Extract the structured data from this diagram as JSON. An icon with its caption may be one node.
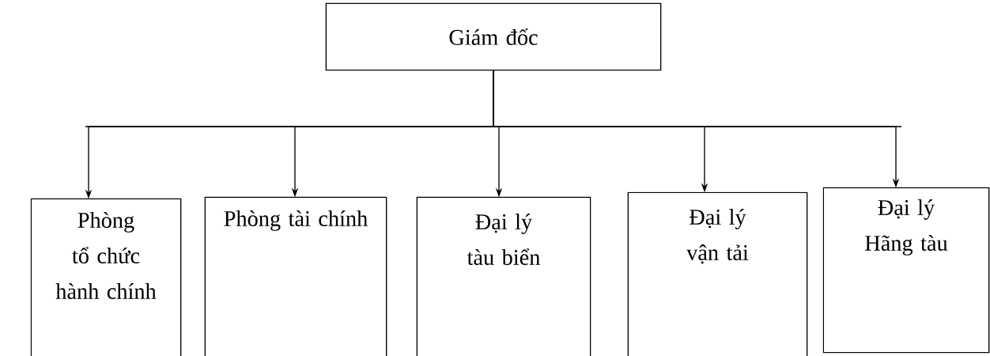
{
  "diagram": {
    "nodes": [
      {
        "text": [
          "Giám đốc"
        ]
      },
      {
        "text": [
          "Phòng tổ chức hành chính"
        ]
      },
      {
        "text": [
          "Phòng tài chính"
        ]
      },
      {
        "text": [
          "Đại lý tàu biển"
        ]
      },
      {
        "text": [
          "Đại lý vận tải"
        ]
      },
      {
        "text": [
          "Đại lý Hãng tàu"
        ]
      }
    ],
    "edges": [
      {
        "from": 0,
        "to": 1,
        "arrow": "to"
      },
      {
        "from": 0,
        "to": 2,
        "arrow": "to"
      },
      {
        "from": 0,
        "to": 3,
        "arrow": "to"
      },
      {
        "from": 0,
        "to": 4,
        "arrow": "to"
      },
      {
        "from": 0,
        "to": 5,
        "arrow": "to"
      }
    ]
  }
}
